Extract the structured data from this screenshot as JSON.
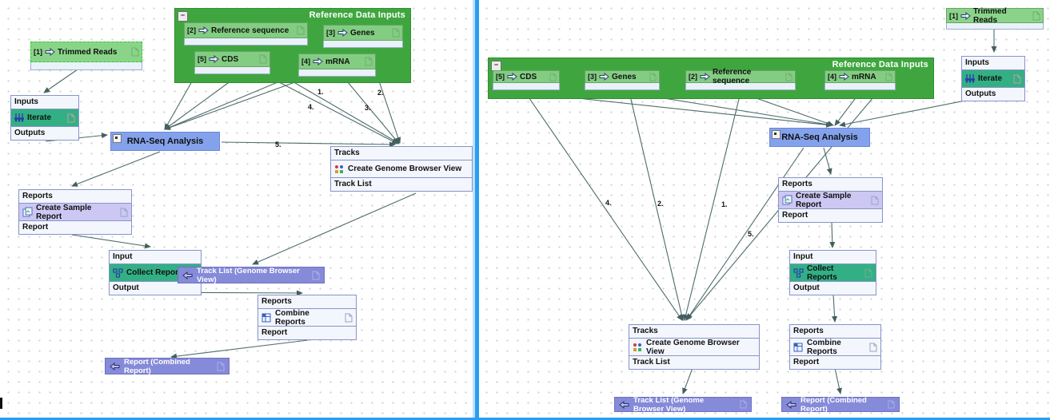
{
  "colors": {
    "container-green": "#3fa63f",
    "node-green": "#83cd83",
    "iterate-teal": "#32b084",
    "rnaseq-blue": "#84a2ec",
    "report-lavender": "#ccc7f3",
    "output-purple": "#858ad9",
    "divider-blue": "#2a9df1",
    "edge-color": "#4d6b6b"
  },
  "nodes": {
    "trimmed_reads": {
      "prefix": "[1]",
      "label": "Trimmed Reads"
    },
    "reference_box": {
      "title": "Reference Data Inputs",
      "collapse_glyph": "−"
    },
    "reference_sequence": {
      "prefix": "[2]",
      "label": "Reference sequence"
    },
    "genes": {
      "prefix": "[3]",
      "label": "Genes"
    },
    "mrna": {
      "prefix": "[4]",
      "label": "mRNA"
    },
    "cds": {
      "prefix": "[5]",
      "label": "CDS"
    },
    "iterate": {
      "top": "Inputs",
      "label": "Iterate",
      "bottom": "Outputs"
    },
    "rna_seq": {
      "label": "RNA-Seq Analysis"
    },
    "create_sample_report": {
      "top": "Reports",
      "label": "Create Sample Report",
      "bottom": "Report"
    },
    "collect_reports": {
      "top": "Input",
      "label": "Collect Reports",
      "bottom": "Output"
    },
    "create_genome_browser_view": {
      "top": "Tracks",
      "label": "Create Genome Browser View",
      "bottom": "Track List"
    },
    "combine_reports": {
      "top": "Reports",
      "label": "Combine Reports",
      "bottom": "Report"
    },
    "track_list_output": {
      "label": "Track List (Genome Browser View)"
    },
    "report_output": {
      "label": "Report (Combined Report)"
    }
  },
  "edge_labels": {
    "n1": "1.",
    "n2": "2.",
    "n3": "3.",
    "n4": "4.",
    "n5": "5."
  }
}
